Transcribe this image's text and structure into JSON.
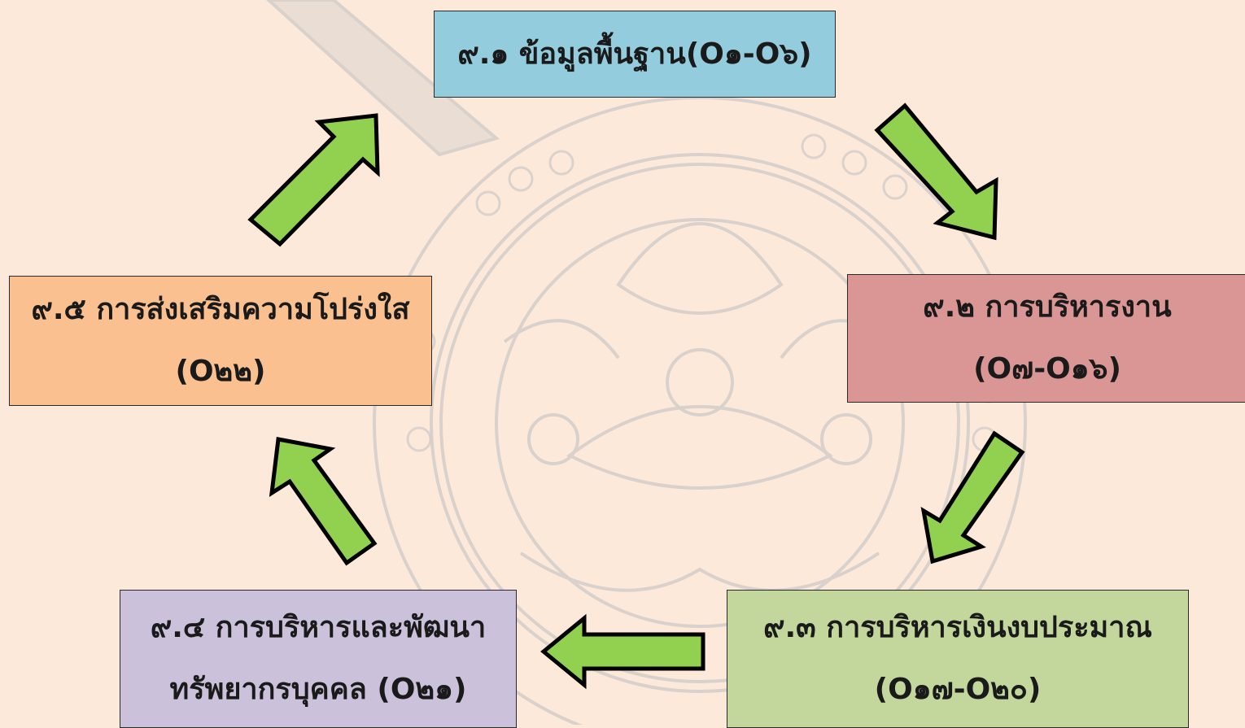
{
  "diagram": {
    "nodes": [
      {
        "id": "9.1",
        "lines": [
          "๙.๑ ข้อมูลพื้นฐาน(O๑-O๖)"
        ],
        "color": "#93cddd"
      },
      {
        "id": "9.2",
        "lines": [
          "๙.๒ การบริหารงาน",
          "(O๗-O๑๖)"
        ],
        "color": "#d99694"
      },
      {
        "id": "9.3",
        "lines": [
          "๙.๓ การบริหารเงินงบประมาณ",
          "(O๑๗-O๒๐)"
        ],
        "color": "#c3d69b"
      },
      {
        "id": "9.4",
        "lines": [
          "๙.๔ การบริหารและพัฒนา",
          "ทรัพยากรบุคคล (O๒๑)"
        ],
        "color": "#ccc1da"
      },
      {
        "id": "9.5",
        "lines": [
          "๙.๕ การส่งเสริมความโปร่งใส",
          "(O๒๒)"
        ],
        "color": "#fac090"
      }
    ],
    "flow": [
      "9.1",
      "9.2",
      "9.3",
      "9.4",
      "9.5",
      "9.1"
    ],
    "arrow_color": "#92d050",
    "background_color": "#fde9da",
    "watermark": "emblem-seal"
  }
}
